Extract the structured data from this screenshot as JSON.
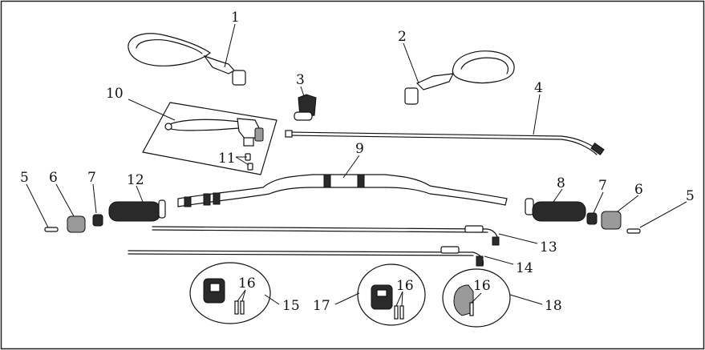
{
  "callouts": [
    {
      "id": "1",
      "text": "1"
    },
    {
      "id": "2",
      "text": "2"
    },
    {
      "id": "3",
      "text": "3"
    },
    {
      "id": "4",
      "text": "4"
    },
    {
      "id": "5a",
      "text": "5"
    },
    {
      "id": "5b",
      "text": "5"
    },
    {
      "id": "6a",
      "text": "6"
    },
    {
      "id": "6b",
      "text": "6"
    },
    {
      "id": "7a",
      "text": "7"
    },
    {
      "id": "7b",
      "text": "7"
    },
    {
      "id": "8",
      "text": "8"
    },
    {
      "id": "9",
      "text": "9"
    },
    {
      "id": "10",
      "text": "10"
    },
    {
      "id": "11",
      "text": "11"
    },
    {
      "id": "12",
      "text": "12"
    },
    {
      "id": "13",
      "text": "13"
    },
    {
      "id": "14",
      "text": "14"
    },
    {
      "id": "15",
      "text": "15"
    },
    {
      "id": "16a",
      "text": "16"
    },
    {
      "id": "16b",
      "text": "16"
    },
    {
      "id": "16c",
      "text": "16"
    },
    {
      "id": "17",
      "text": "17"
    },
    {
      "id": "18",
      "text": "18"
    }
  ]
}
